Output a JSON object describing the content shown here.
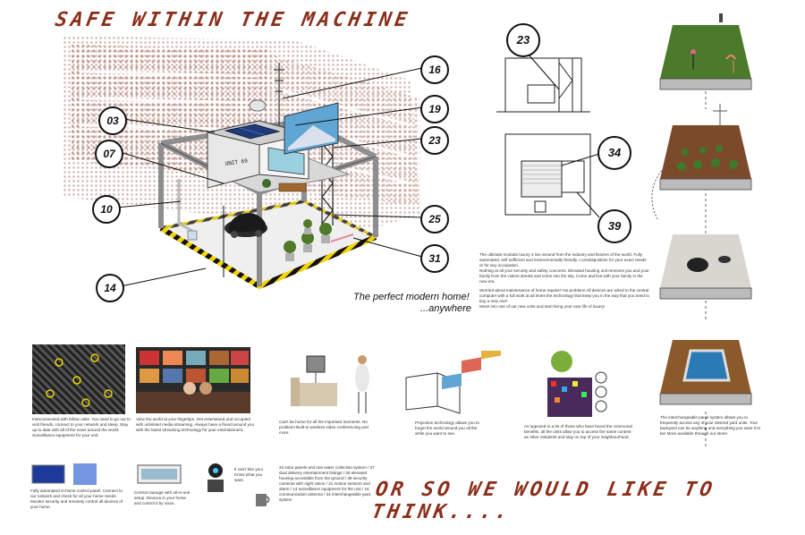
{
  "title": "SAFE WITHIN THE MACHINE",
  "bottom_title": "OR SO WE WOULD LIKE TO THINK....",
  "tagline_line1": "The perfect modern home!",
  "tagline_line2": "...anywhere",
  "callouts": {
    "c16": "16",
    "c03": "03",
    "c19": "19",
    "c07": "07",
    "c23": "23",
    "c10": "10",
    "c25": "25",
    "c31": "31",
    "c14": "14",
    "p23": "23",
    "p34": "34",
    "p39": "39"
  },
  "unit_label": "UNIT 69",
  "paragraphs": {
    "main_1": "The ultimate modular luxury 3 live around from the industry and fixtures of the world. Fully automated, self sufficient and environmentally friendly. A predisposition for your exact needs or for any occupation.",
    "main_2": "Nothing at all your security and safety concerns. Elevated housing unit removes you and your family from the violent streets and crime into the sky. Come and live with your family in the new era.",
    "main_3": "Worried about maintenance of home repairs? No problem! All devices are wired to the central computer with a full work at all times the technology that keep you in the way that you need to buy a new one!",
    "main_4": "Move into one of our new units and start living your new life of luxury!",
    "col1": "Interconnected with fellow units. You need to go out to visit friends, connect to your network and sleep. Stay up to date with all of the news around the world. Surveillance equipment for your unit.",
    "col2": "View the world at your fingertips. Get entertained and occupied with unlimited media streaming. Always have a friend around you with the latest streaming technology for your entertainment.",
    "col3": "Can't be home for all the important moments. No problem! Built-in wireless video conferencing and more.",
    "col4": "Projection technology allows you to forget the world around you all the while you want to see.",
    "col5": "As opposed to a lot of those who have found the communal benefits, all the units allow you to access the same content as other residents and stay on top of your neighbourhood.",
    "right_panel": "The interchangeable panel system allows you to frequently access any of your desired yard units. Your backyard can be anything and everything you want it to be! More available through our store!",
    "sub1": "Fully automated in-home control panel. Connect to our network and check for all your home needs. Monitor security and remotely control all devices of your home.",
    "sub2": "Central manage with all-in-one setup. Devices in your home and control it by voice.",
    "sub3": "It can't bite you! Know what you want.",
    "specs": "23 solar panels and rain water collection system / 27 dual delivery entertainment listings / 25 elevated housing accessible from the ground / 39 security cameras with night vision / 31 motion sensors and alarm / 14 surveillance equipment for the unit / 16 communication antenna / 34 interchangeable yard system"
  },
  "colors": {
    "title": "#8b2e1a",
    "structure": "#9a9a9a",
    "hazard_yellow": "#f5d300",
    "hazard_black": "#111111",
    "grass": "#4a7a2a",
    "soil": "#7a4a2a",
    "water": "#2a7ab5",
    "wood": "#8b5a2b"
  },
  "icons": {
    "panel1": "grass-yard-icon",
    "panel2": "garden-yard-icon",
    "panel3": "zen-garden-icon",
    "panel4": "pool-yard-icon"
  }
}
